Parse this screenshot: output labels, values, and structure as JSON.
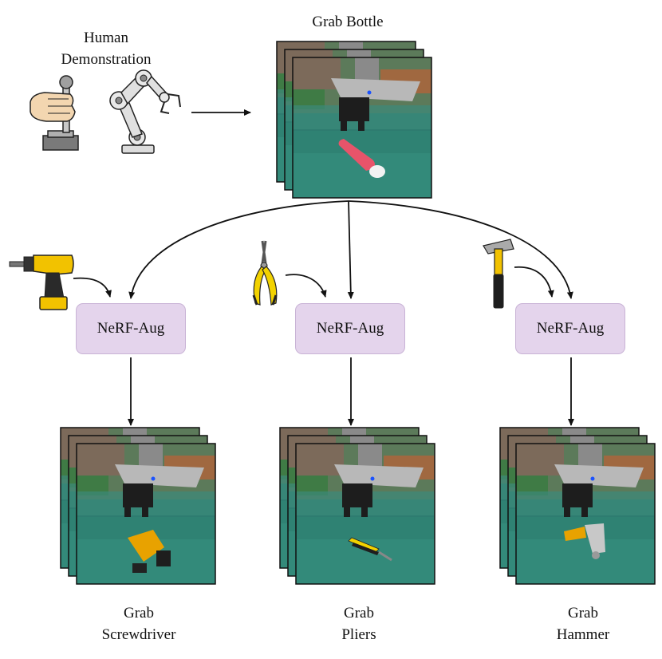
{
  "top": {
    "task_label": "Grab Bottle",
    "demo_label": "Human\nDemonstration",
    "demo_icons": [
      "joystick-hand-icon",
      "robot-arm-icon"
    ],
    "object": "pink bottle"
  },
  "branches": [
    {
      "tool_icon": "drill-icon",
      "box_label": "NeRF-Aug",
      "caption_line1": "Grab",
      "caption_line2": "Screwdriver",
      "object": "drill"
    },
    {
      "tool_icon": "pliers-icon",
      "box_label": "NeRF-Aug",
      "caption_line1": "Grab",
      "caption_line2": "Pliers",
      "object": "pliers"
    },
    {
      "tool_icon": "hammer-icon",
      "box_label": "NeRF-Aug",
      "caption_line1": "Grab",
      "caption_line2": "Hammer",
      "object": "hammer"
    }
  ],
  "colors": {
    "box_fill": "#e4d4ec",
    "floor": "#2f7f73",
    "drill": "#f0b400",
    "pliers_handle": "#f2d200",
    "hammer_handle": "#f2c200"
  }
}
